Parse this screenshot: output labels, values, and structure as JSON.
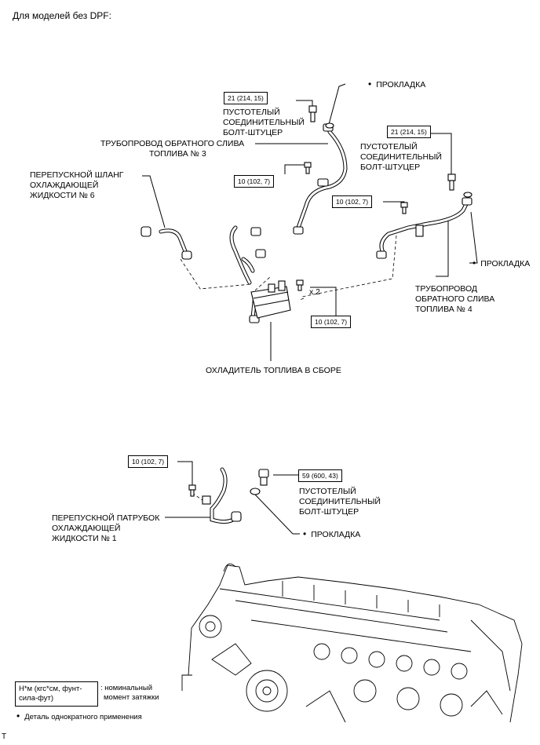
{
  "header": {
    "title": "Для моделей без DPF:"
  },
  "upper": {
    "gasket_top": "ПРОКЛАДКА",
    "torque_bolt_left": "21 (214, 15)",
    "hollow_bolt_left": [
      "ПУСТОТЕЛЫЙ",
      "СОЕДИНИТЕЛЬНЫЙ",
      "БОЛТ-ШТУЦЕР"
    ],
    "return_pipe_3": [
      "ТРУБОПРОВОД ОБРАТНОГО СЛИВА",
      "ТОПЛИВА № 3"
    ],
    "torque_bolt_right": "21 (214, 15)",
    "hollow_bolt_right": [
      "ПУСТОТЕЛЫЙ",
      "СОЕДИНИТЕЛЬНЫЙ",
      "БОЛТ-ШТУЦЕР"
    ],
    "bypass_hose_6": [
      "ПЕРЕПУСКНОЙ ШЛАНГ",
      "ОХЛАЖДАЮЩЕЙ",
      "ЖИДКОСТИ № 6"
    ],
    "torque_small_left": "10 (102, 7)",
    "torque_small_right": "10 (102, 7)",
    "gasket_right": "ПРОКЛАДКА",
    "qty": "x 2",
    "torque_cooler": "10 (102, 7)",
    "return_pipe_4": [
      "ТРУБОПРОВОД",
      "ОБРАТНОГО СЛИВА",
      "ТОПЛИВА № 4"
    ],
    "cooler": "ОХЛАДИТЕЛЬ ТОПЛИВА В СБОРЕ"
  },
  "lower": {
    "torque_pipe": "10 (102, 7)",
    "torque_bolt": "59 (600, 43)",
    "hollow_bolt": [
      "ПУСТОТЕЛЫЙ",
      "СОЕДИНИТЕЛЬНЫЙ",
      "БОЛТ-ШТУЦЕР"
    ],
    "bypass_pipe_1": [
      "ПЕРЕПУСКНОЙ ПАТРУБОК",
      "ОХЛАЖДАЮЩЕЙ",
      "ЖИДКОСТИ № 1"
    ],
    "gasket": "ПРОКЛАДКА"
  },
  "legend": {
    "unit_box": [
      "Н*м (кгс*см, фунт-",
      "сила-фут)"
    ],
    "unit_desc": [
      ": номинальный",
      "момент затяжки"
    ],
    "single_use": "Деталь однократного применения"
  },
  "footer": {
    "mark": "T"
  }
}
